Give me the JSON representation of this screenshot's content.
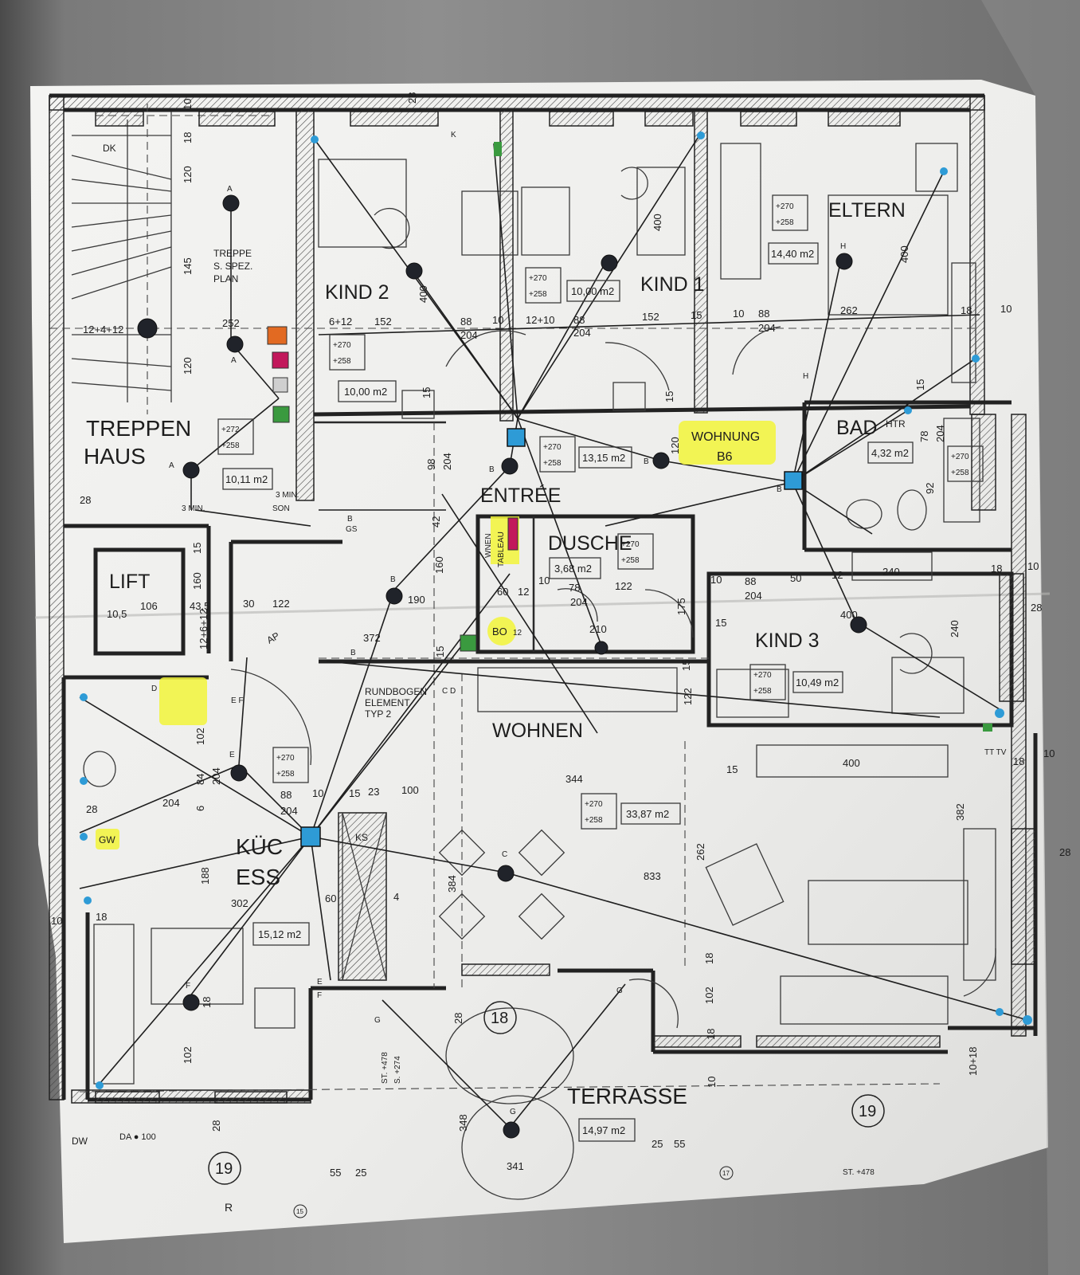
{
  "rooms": {
    "treppe_spec": [
      "TREPPE",
      "S. SPEZ.",
      "PLAN"
    ],
    "treppenhaus": [
      "TREPPEN",
      "HAUS"
    ],
    "kind2": "KIND 2",
    "kind1": "KIND 1",
    "eltern": "ELTERN",
    "bad": "BAD",
    "entree": "ENTRÉE",
    "dusche": "DUSCHE",
    "kind3": "KIND 3",
    "wohnen": "WOHNEN",
    "lift": "LIFT",
    "kueche": [
      "KÜC",
      "ESS"
    ],
    "terrasse": "TERRASSE",
    "wohnung": [
      "WOHNUNG",
      "B6"
    ],
    "rundbogen": [
      "RUNDBOGEN",
      "ELEMENT",
      "TYP 2"
    ],
    "tableau": [
      "WNEN",
      "TABLEAU"
    ],
    "ks": "KS",
    "htr": "HTR",
    "bo": "BO",
    "bo_num": "12",
    "gw": "GW",
    "tt_tv": "TT TV",
    "ap": "AP",
    "gs": "GS",
    "min1": "3 MIN.",
    "son": "SON",
    "min2": "3 MIN."
  },
  "areas": {
    "kind2": "10,00 m2",
    "kind1": "10,00 m2",
    "eltern": "14,40 m2",
    "treppe": "10,11 m2",
    "entree": "13,15 m2",
    "bad": "4,32 m2",
    "dusche": "3,68 m2",
    "kind3": "10,49 m2",
    "wohnen": "33,87 m2",
    "kueche": "15,12 m2",
    "terrasse": "14,97 m2"
  },
  "heights": {
    "kind2": [
      "+270",
      "+258"
    ],
    "kind1": [
      "+270",
      "+258"
    ],
    "eltern": [
      "+270",
      "+258"
    ],
    "treppe": [
      "+272",
      "+258"
    ],
    "entree": [
      "+270",
      "+258"
    ],
    "bad": [
      "+270",
      "+258"
    ],
    "dusche": [
      "+270",
      "+258"
    ],
    "kind3": [
      "+270",
      "+258"
    ],
    "wohnen": [
      "+270",
      "+258"
    ],
    "kueche": [
      "+270",
      "+258"
    ]
  },
  "lamp_letters": {
    "a_top": "A",
    "a_mid": "A",
    "a_low": "A",
    "b1": "B",
    "b2": "B",
    "b3": "B",
    "b4": "B",
    "b5": "B",
    "b6": "B",
    "c": "C",
    "cd": "C D",
    "d": "D",
    "e": "E",
    "ef": "E F",
    "f": "F",
    "f2": "E",
    "f3": "F",
    "g": "G",
    "g2": "G",
    "g3": "G",
    "h1": "H",
    "h2": "H"
  },
  "door_marks": {
    "dk": "DK",
    "k": "K",
    "dw": "DW",
    "da": "DA ● 100",
    "r": "R",
    "st478": "ST. +478",
    "s274": "S. +274",
    "st478b": "ST. +478"
  },
  "circles": {
    "c18": "18",
    "c19a": "19",
    "c19b": "19",
    "c15": "15",
    "c17": "17"
  },
  "dims": {
    "d10a": "10",
    "d18a": "18",
    "d120a": "120",
    "d145": "145",
    "d120b": "120",
    "d28a": "28",
    "d12412": "12+4+12",
    "d252": "252",
    "d6_12": "6+12",
    "d152a": "152",
    "d88a": "88",
    "d10b": "10",
    "d12_10": "12+10",
    "d88b": "88",
    "d152b": "152",
    "d15a": "15",
    "d10c": "10",
    "d88c": "88",
    "d262": "262",
    "d18b": "18",
    "d10d": "10",
    "d204a": "204",
    "d204b": "204",
    "d204c": "204",
    "d400a": "400",
    "d400b": "400",
    "d400c": "400",
    "d15b": "15",
    "d15c": "15",
    "d15d": "15",
    "d120c": "120",
    "d78": "78",
    "d204d": "204",
    "d92": "92",
    "d98": "98",
    "d204e": "204",
    "d42": "42",
    "d160a": "160",
    "d190": "190",
    "d160b": "160",
    "d106": "106",
    "d435": "43,5",
    "d105": "10,5",
    "d30": "30",
    "d122a": "122",
    "d372": "372",
    "d60a": "60",
    "d12a": "12",
    "d10e": "10",
    "d78b": "78",
    "d122b": "122",
    "d204f": "204",
    "d210": "210",
    "d175": "175",
    "d10f": "10",
    "d88d": "88",
    "d50a": "50",
    "d12b": "12",
    "d240a": "240",
    "d18c": "18",
    "d10g": "10",
    "d28b": "28",
    "d204g": "204",
    "d240b": "240",
    "d400d": "400",
    "d15e": "15",
    "d15f": "15",
    "d122c": "122",
    "d344": "344",
    "d100": "100",
    "d23": "23",
    "d88e": "88",
    "d10h": "10",
    "d15g": "15",
    "d204h": "204",
    "d102a": "102",
    "d204i": "204",
    "d84": "84",
    "d6": "6",
    "d28c": "28",
    "d204j": "204",
    "d188": "188",
    "d302": "302",
    "d60b": "60",
    "d18d": "18",
    "d384": "384",
    "d262b": "262",
    "d833": "833",
    "d382": "382",
    "d28d": "28",
    "d10i": "10",
    "d18e": "18",
    "d102b": "102",
    "d18f": "18",
    "d18g": "18",
    "d102c": "102",
    "d28e": "28",
    "d10j": "10",
    "d348": "348",
    "d341": "341",
    "d55a": "55",
    "d25a": "25",
    "d25b": "25",
    "d55b": "55",
    "d28f": "28",
    "d1018": "10+18",
    "d1246": "12+6+12",
    "d15h": "15",
    "d15i": "15",
    "d12c": "12",
    "d4": "4"
  }
}
